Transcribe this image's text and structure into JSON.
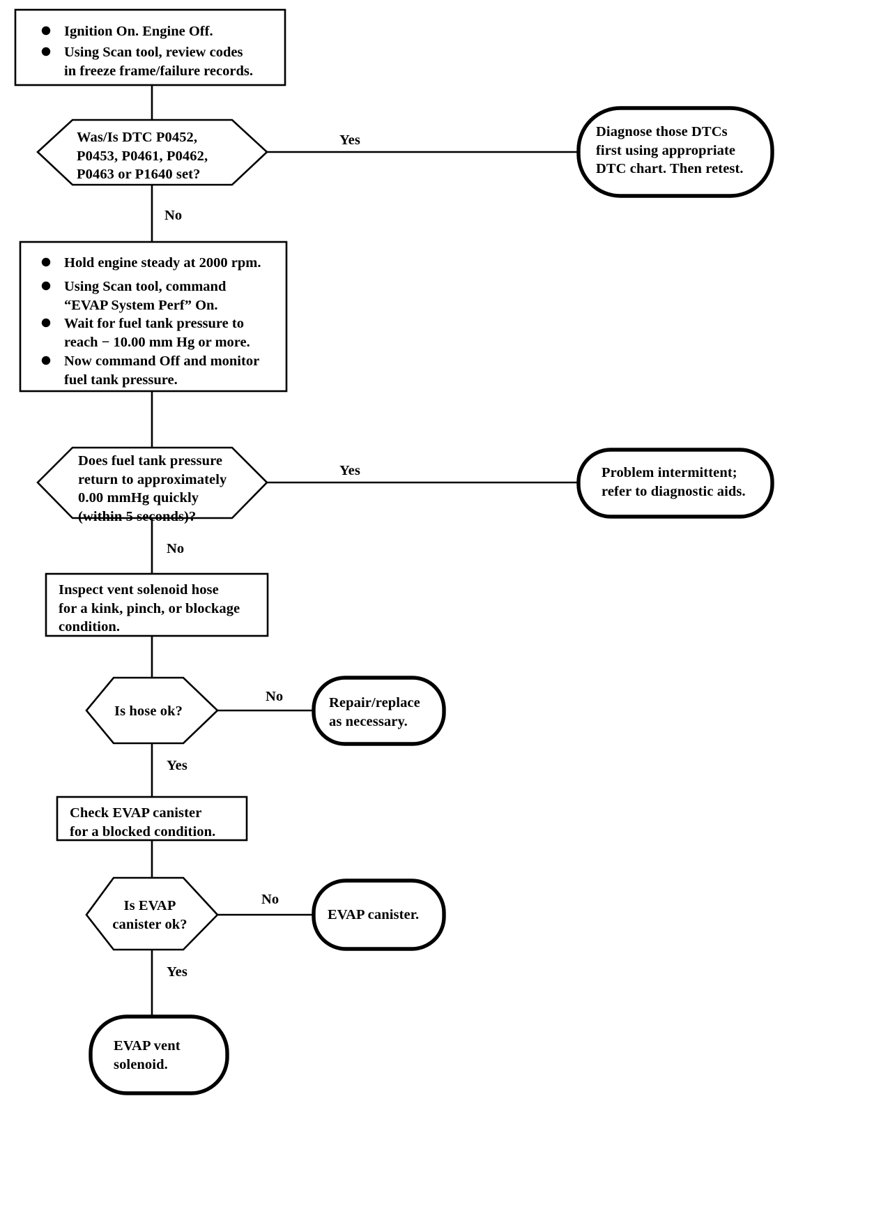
{
  "document": {
    "title": "EVAP System Diagnostic Flow Chart",
    "ink_color": "#000000",
    "page_color": "#ffffff"
  },
  "nodes": {
    "start_step": {
      "type": "process",
      "bullets": [
        "Ignition On. Engine Off.",
        "Using Scan tool, review codes\nin freeze frame/failure records."
      ]
    },
    "decision_dtc": {
      "type": "decision",
      "text": "Was/Is DTC P0452,\nP0453, P0461, P0462,\nP0463 or P1640 set?"
    },
    "term_diagnose_dtcs": {
      "type": "terminator",
      "text": "Diagnose those DTCs\nfirst using appropriate\nDTC chart. Then retest."
    },
    "proc_evap_perf": {
      "type": "process",
      "bullets": [
        "Hold engine steady at 2000 rpm.",
        "Using Scan tool, command\n“EVAP System Perf” On.",
        "Wait for fuel tank pressure to\nreach − 10.00 mm Hg or more.",
        "Now command Off and monitor\nfuel tank pressure."
      ]
    },
    "decision_pressure_return": {
      "type": "decision",
      "text": "Does fuel tank pressure\nreturn to approximately\n0.00 mmHg quickly\n(within 5 seconds)?"
    },
    "term_intermittent": {
      "type": "terminator",
      "text": "Problem intermittent;\nrefer to diagnostic aids."
    },
    "proc_inspect_hose": {
      "type": "process",
      "text": "Inspect vent solenoid hose\nfor a kink, pinch, or blockage\ncondition."
    },
    "decision_hose_ok": {
      "type": "decision",
      "text": "Is hose ok?"
    },
    "term_repair_replace": {
      "type": "terminator",
      "text": "Repair/replace\nas necessary."
    },
    "proc_check_canister": {
      "type": "process",
      "text": "Check EVAP canister\nfor a blocked condition."
    },
    "decision_canister_ok": {
      "type": "decision",
      "text": "Is EVAP\ncanister ok?"
    },
    "term_evap_canister": {
      "type": "terminator",
      "text": "EVAP canister."
    },
    "term_evap_vent_solenoid": {
      "type": "terminator",
      "text": "EVAP vent\nsolenoid."
    }
  },
  "edge_labels": {
    "dtc_yes": "Yes",
    "dtc_no": "No",
    "pressure_yes": "Yes",
    "pressure_no": "No",
    "hose_no": "No",
    "hose_yes": "Yes",
    "canister_no": "No",
    "canister_yes": "Yes"
  },
  "chart_data": {
    "type": "flowchart",
    "title": "EVAP System Diagnostic Flow Chart",
    "orientation": "top-to-bottom",
    "node_count": 13,
    "nodes": [
      {
        "id": "start_step",
        "shape": "rectangle",
        "label": "Ignition On. Engine Off. / Using Scan tool, review codes in freeze frame/failure records."
      },
      {
        "id": "decision_dtc",
        "shape": "hexagon",
        "label": "Was/Is DTC P0452, P0453, P0461, P0462, P0463 or P1640 set?"
      },
      {
        "id": "term_diagnose_dtcs",
        "shape": "stadium",
        "label": "Diagnose those DTCs first using appropriate DTC chart. Then retest."
      },
      {
        "id": "proc_evap_perf",
        "shape": "rectangle",
        "label": "Hold engine steady at 2000 rpm. / Using Scan tool, command “EVAP System Perf” On. / Wait for fuel tank pressure to reach − 10.00 mm Hg or more. / Now command Off and monitor fuel tank pressure."
      },
      {
        "id": "decision_pressure_return",
        "shape": "hexagon",
        "label": "Does fuel tank pressure return to approximately 0.00 mmHg quickly (within 5 seconds)?"
      },
      {
        "id": "term_intermittent",
        "shape": "stadium",
        "label": "Problem intermittent; refer to diagnostic aids."
      },
      {
        "id": "proc_inspect_hose",
        "shape": "rectangle",
        "label": "Inspect vent solenoid hose for a kink, pinch, or blockage condition."
      },
      {
        "id": "decision_hose_ok",
        "shape": "hexagon",
        "label": "Is hose ok?"
      },
      {
        "id": "term_repair_replace",
        "shape": "stadium",
        "label": "Repair/replace as necessary."
      },
      {
        "id": "proc_check_canister",
        "shape": "rectangle",
        "label": "Check EVAP canister for a blocked condition."
      },
      {
        "id": "decision_canister_ok",
        "shape": "hexagon",
        "label": "Is EVAP canister ok?"
      },
      {
        "id": "term_evap_canister",
        "shape": "stadium",
        "label": "EVAP canister."
      },
      {
        "id": "term_evap_vent_solenoid",
        "shape": "stadium",
        "label": "EVAP vent solenoid."
      }
    ],
    "edges": [
      {
        "from": "start_step",
        "to": "decision_dtc",
        "label": ""
      },
      {
        "from": "decision_dtc",
        "to": "term_diagnose_dtcs",
        "label": "Yes"
      },
      {
        "from": "decision_dtc",
        "to": "proc_evap_perf",
        "label": "No"
      },
      {
        "from": "proc_evap_perf",
        "to": "decision_pressure_return",
        "label": ""
      },
      {
        "from": "decision_pressure_return",
        "to": "term_intermittent",
        "label": "Yes"
      },
      {
        "from": "decision_pressure_return",
        "to": "proc_inspect_hose",
        "label": "No"
      },
      {
        "from": "proc_inspect_hose",
        "to": "decision_hose_ok",
        "label": ""
      },
      {
        "from": "decision_hose_ok",
        "to": "term_repair_replace",
        "label": "No"
      },
      {
        "from": "decision_hose_ok",
        "to": "proc_check_canister",
        "label": "Yes"
      },
      {
        "from": "proc_check_canister",
        "to": "decision_canister_ok",
        "label": ""
      },
      {
        "from": "decision_canister_ok",
        "to": "term_evap_canister",
        "label": "No"
      },
      {
        "from": "decision_canister_ok",
        "to": "term_evap_vent_solenoid",
        "label": "Yes"
      }
    ]
  }
}
